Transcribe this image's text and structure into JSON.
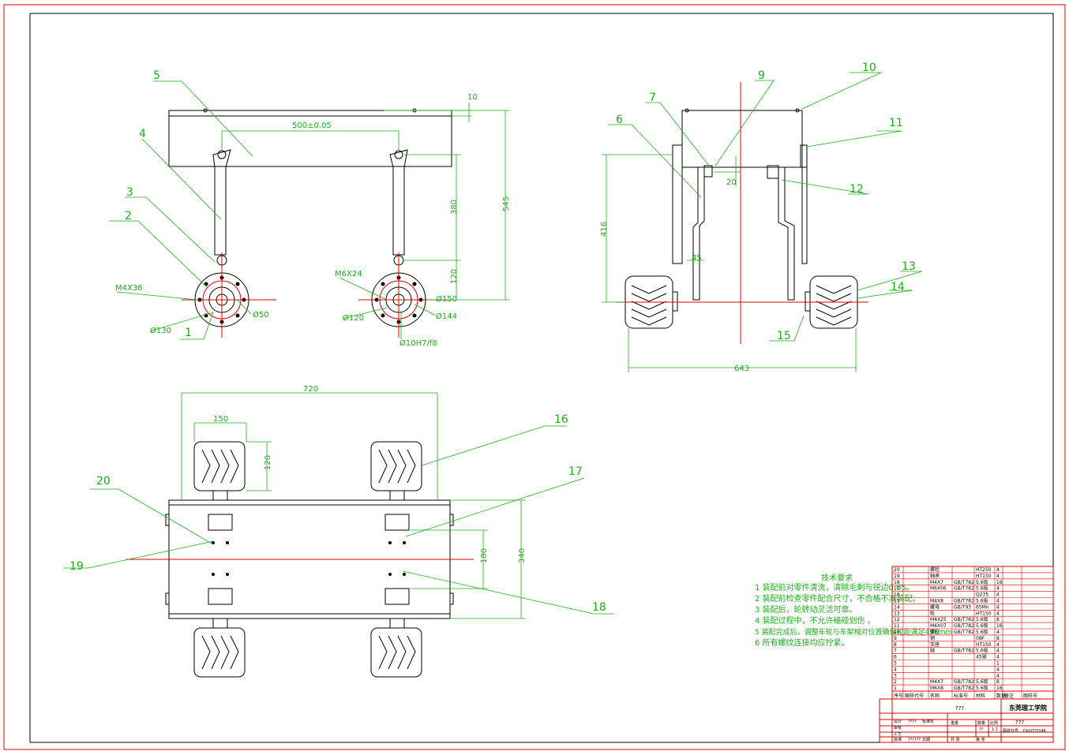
{
  "balloons": [
    "1",
    "2",
    "3",
    "4",
    "5",
    "6",
    "7",
    "8",
    "9",
    "10",
    "11",
    "12",
    "13",
    "14",
    "15",
    "16",
    "17",
    "18",
    "19",
    "20"
  ],
  "front_view": {
    "dim_top_gap": "10",
    "dim_pitch": "500±0.05",
    "dim_380": "380",
    "dim_120": "120",
    "dim_545": "545",
    "thread_left": "M4X36",
    "thread_right": "M6X24",
    "dia_130": "Ø130",
    "dia_50": "Ø50",
    "dia_120": "Ø120",
    "dia_150": "Ø150",
    "dia_144": "Ø144",
    "fit": "Ø10H7/f8"
  },
  "side_view": {
    "dim_416": "416",
    "dim_20": "20",
    "dim_45": "45",
    "dim_643": "643"
  },
  "top_view": {
    "dim_720": "720",
    "dim_150": "150",
    "dim_120": "120",
    "dim_180": "180",
    "dim_340": "340"
  },
  "tech_requirements": {
    "title": "技术要求",
    "items": [
      "1  装配前对零件清洗，清除毛刺与锐边0.05。",
      "2  装配前检查零件配合尺寸，不合格不准装配。",
      "3  装配后，轮转动灵活可靠。",
      "4  装配过程中，不允许磕碰划伤    。",
      "5  装配完成后，调整车轮与车架相对位置确保轮距满足496mm",
      "6  所有螺纹连接均应拧紧。"
    ]
  },
  "bom": {
    "rows": [
      [
        "20",
        "",
        "螺栓",
        "",
        "HT250",
        "4"
      ],
      [
        "19",
        "",
        "轴承",
        "",
        "HT150",
        "4"
      ],
      [
        "18",
        "",
        "M4X7",
        "GB/T782",
        "5.6级",
        "16"
      ],
      [
        "17",
        "",
        "M6X06",
        "GB/T782",
        "5.6级",
        "4"
      ],
      [
        "16",
        "",
        "",
        "",
        "Q235",
        "4"
      ],
      [
        "15",
        "",
        "M4X8",
        "GB/T782",
        "5.6级",
        "4"
      ],
      [
        "14",
        "",
        "螺母",
        "GB/T93",
        "65Mn",
        "4"
      ],
      [
        "13",
        "",
        "轮",
        "",
        "HT150",
        "4"
      ],
      [
        "12",
        "",
        "M4X25",
        "GB/T782",
        "5.6级",
        "8"
      ],
      [
        "11",
        "",
        "M4X07",
        "GB/T782",
        "5.6级",
        "16"
      ],
      [
        "10",
        "",
        "螺钉",
        "GB/T782",
        "5.6级",
        "4"
      ],
      [
        "9",
        "",
        "销",
        "",
        "08F",
        "8"
      ],
      [
        "8",
        "",
        "支座",
        "",
        "HT150",
        "4"
      ],
      [
        "7",
        "",
        "轴",
        "GB/T782",
        "5.6级",
        "4"
      ],
      [
        "6",
        "",
        "",
        "",
        "45钢",
        "4"
      ],
      [
        "5",
        "",
        "",
        "",
        "",
        "1"
      ],
      [
        "4",
        "",
        "",
        "",
        "",
        "4"
      ],
      [
        "3",
        "",
        "",
        "",
        "",
        "4"
      ],
      [
        "2",
        "",
        "M4X7",
        "GB/T782",
        "5.6级",
        "8"
      ],
      [
        "1",
        "",
        "M6X8",
        "GB/T782",
        "5.6级",
        "16"
      ]
    ],
    "header": [
      "序号",
      "图样代号",
      "名称",
      "标准号",
      "材料",
      "数量",
      "备注",
      "图样号"
    ],
    "title_unknown": "???",
    "school": "东莞理工学院",
    "drawing_no_label": "图样代号",
    "drawing_no": "DGUT/Y248",
    "unknown2": "???",
    "scale": "1:1",
    "sheet": "??",
    "qty_label": "数量",
    "scale_label": "比例",
    "weight_label": "重量",
    "label_design": "设计",
    "label_check": "审核",
    "label_approve": "批准",
    "label_process": "工艺",
    "label_std": "标准化",
    "label_date": "日期",
    "designer": "????",
    "date_val": "??????",
    "sheet_label": "共  张",
    "sheet_of": "第  张"
  },
  "colors": {
    "green": "#1aaf1a",
    "red": "#e00000",
    "line": "#000000"
  }
}
